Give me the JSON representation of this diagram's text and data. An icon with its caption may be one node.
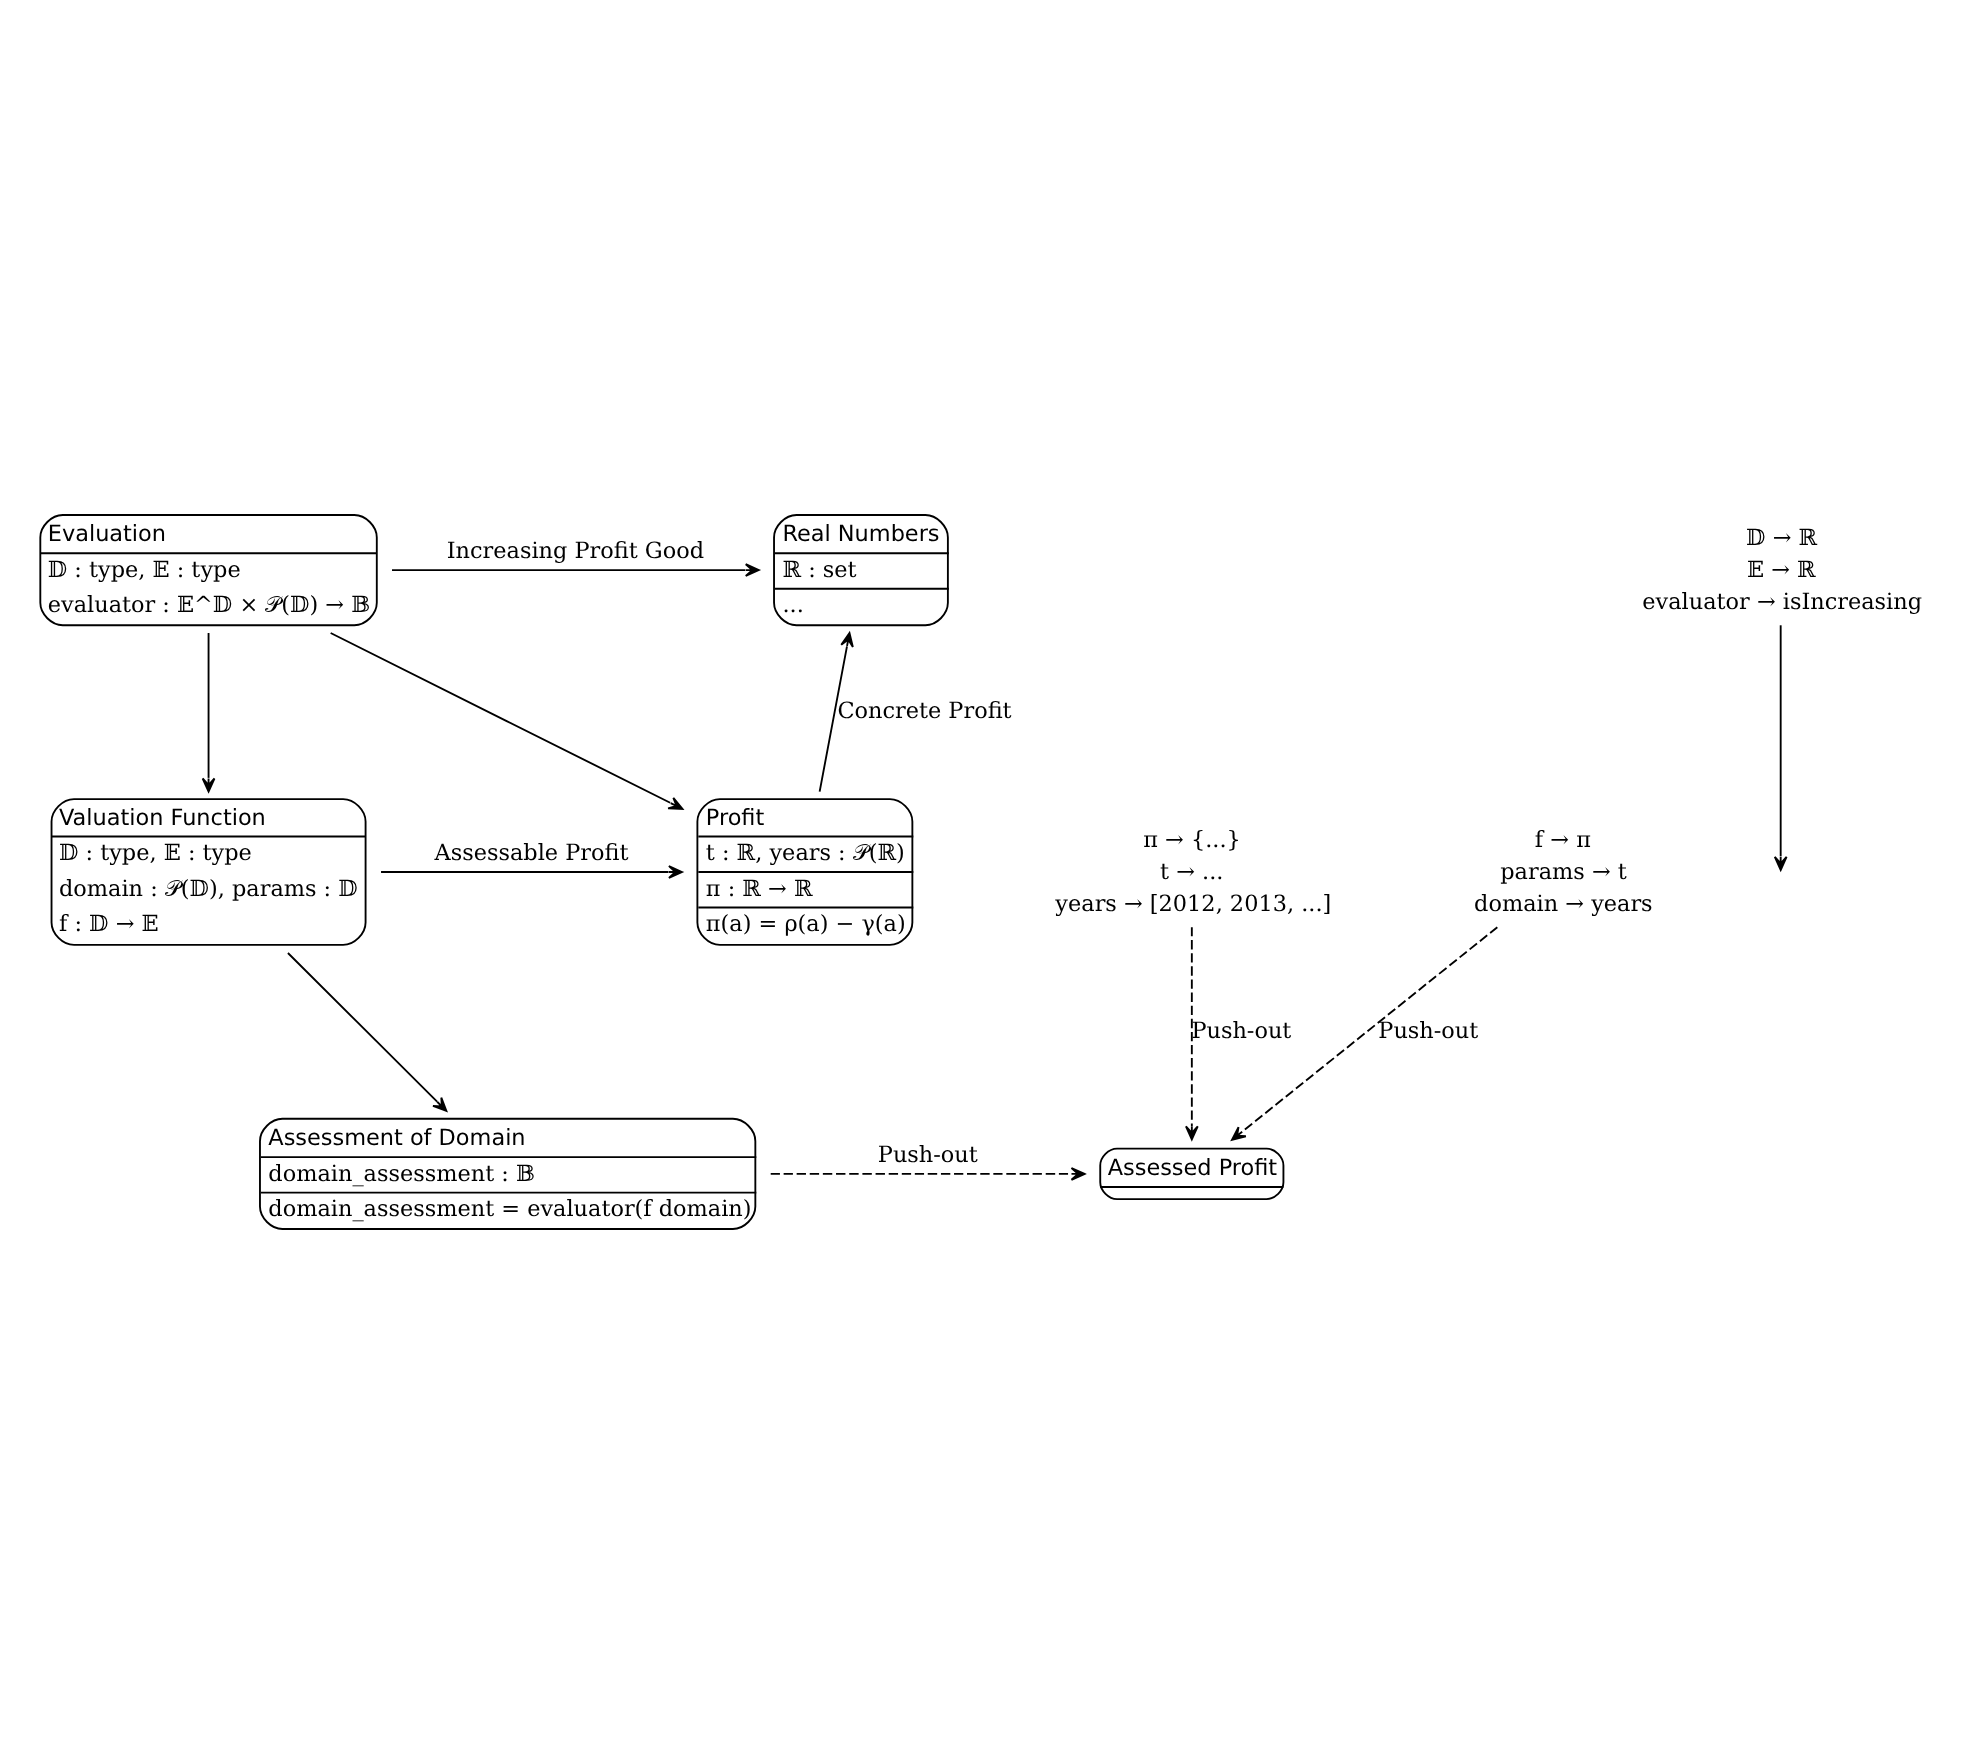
{
  "diagram": {
    "nodes": [
      {
        "text": [
          "Evaluation",
          "𝔻 : type, 𝔼 : type",
          "evaluator : 𝔼^𝔻 × 𝒫(𝔻) → 𝔹"
        ]
      },
      {
        "text": [
          "Real Numbers",
          "ℝ : set",
          "..."
        ]
      },
      {
        "text": [
          "Valuation Function",
          "𝔻 : type, 𝔼 : type",
          "domain : 𝒫(𝔻), params : 𝔻",
          "f : 𝔻 → 𝔼"
        ]
      },
      {
        "text": [
          "Profit",
          "t : ℝ, years : 𝒫(ℝ)",
          "π : ℝ → ℝ",
          "π(a) = ρ(a) − γ(a)"
        ]
      },
      {
        "text": [
          "Assessment of Domain",
          "domain_assessment : 𝔹",
          "domain_assessment = evaluator(f domain)"
        ]
      },
      {
        "text": [
          "Assessed Profit"
        ]
      },
      {
        "text": [
          "𝔻 → ℝ",
          "𝔼 → ℝ",
          "evaluator → isIncreasing"
        ]
      },
      {
        "text": [
          "π → {...}",
          "t → ...",
          "years → [2012, 2013, ...]"
        ]
      },
      {
        "text": [
          "f → π",
          "params → t",
          "domain → years"
        ]
      }
    ],
    "edges": [
      {
        "from": 0,
        "to": 1,
        "arrow": "to",
        "label": "Increasing Profit Good"
      },
      {
        "from": 0,
        "to": 2,
        "arrow": "to"
      },
      {
        "from": 0,
        "to": 3,
        "arrow": "to"
      },
      {
        "from": 3,
        "to": 1,
        "arrow": "to",
        "label": "Concrete Profit"
      },
      {
        "from": 2,
        "to": 3,
        "arrow": "to",
        "label": "Assessable Profit"
      },
      {
        "from": 2,
        "to": 4,
        "arrow": "to"
      },
      {
        "from": 4,
        "to": 5,
        "arrow": "to",
        "label": "Push-out",
        "style": "dashed"
      },
      {
        "from": 8,
        "to": 5,
        "arrow": "to",
        "label": "Push-out",
        "style": "dashed"
      },
      {
        "from": 7,
        "to": 5,
        "arrow": "to",
        "label": "Push-out",
        "style": "dashed"
      },
      {
        "from": 6,
        "to": null,
        "arrow": "to"
      }
    ]
  }
}
